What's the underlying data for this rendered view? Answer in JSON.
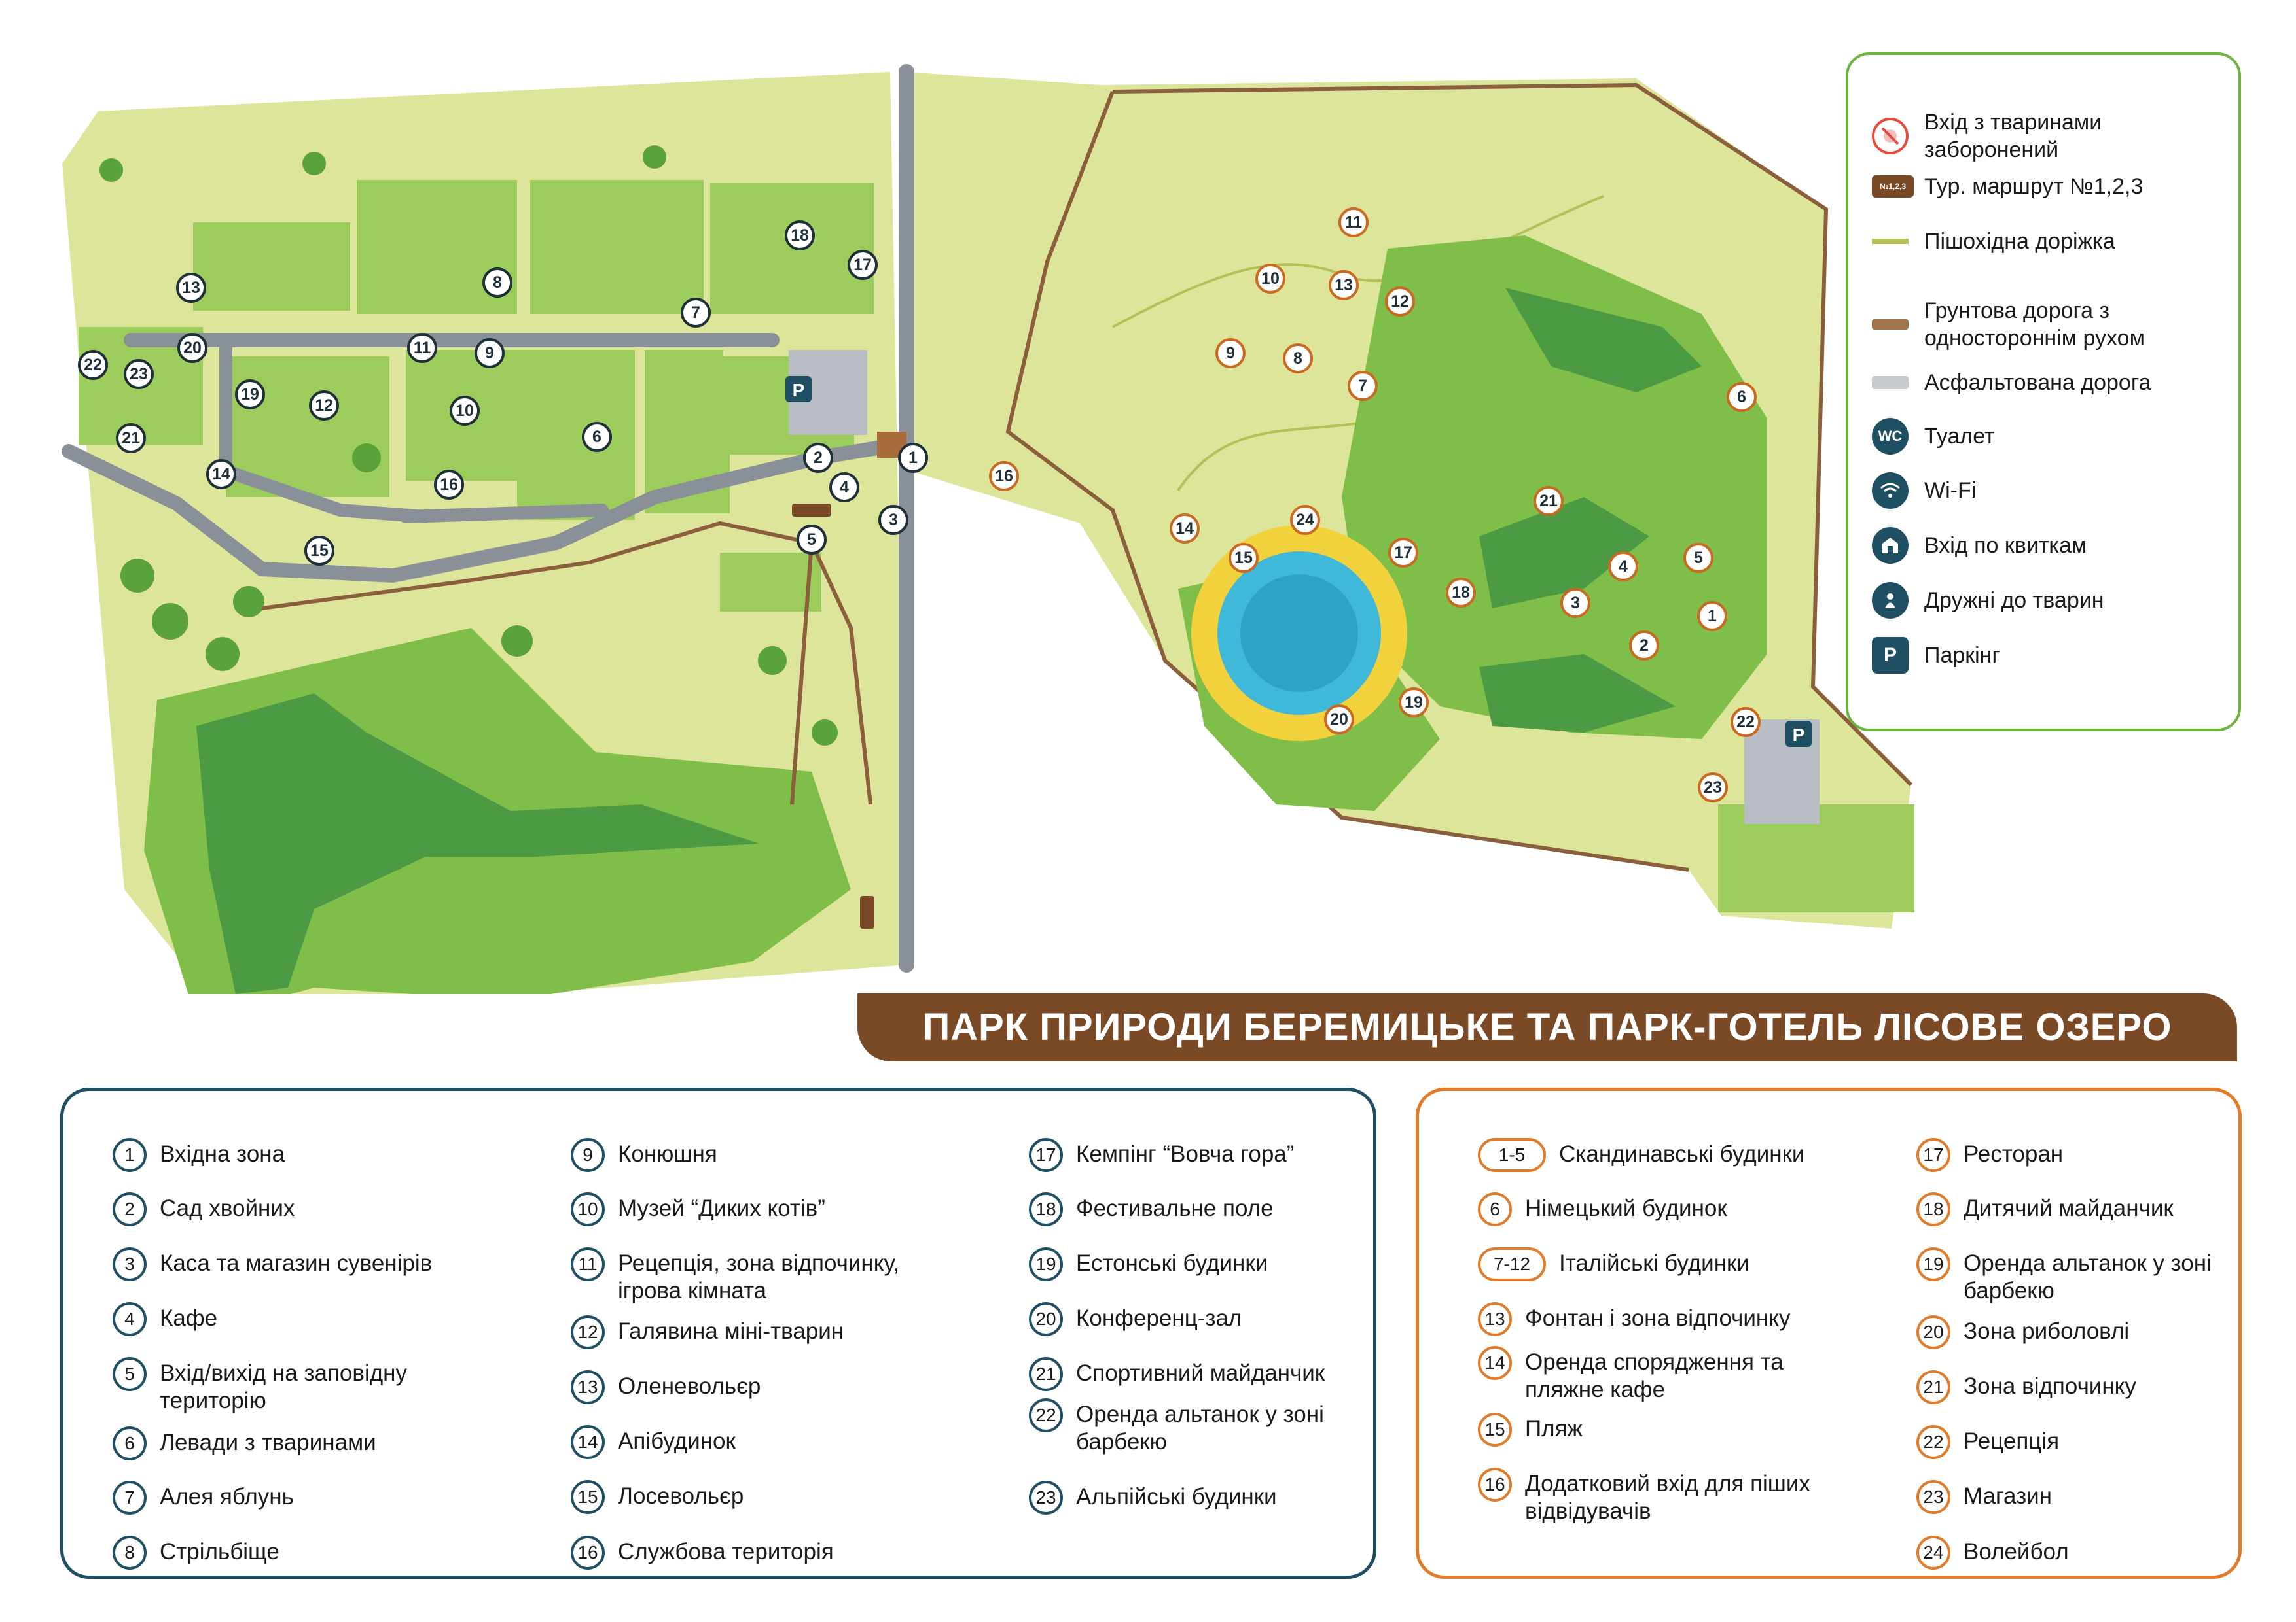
{
  "title": "ПАРК ПРИРОДИ БЕРЕМИЦЬКЕ ТА ПАРК-ГОТЕЛЬ ЛІСОВЕ ОЗЕРО",
  "colors": {
    "grass": "#dde59a",
    "meadow": "#9ccc5c",
    "water": "#3fb8d9",
    "road": "#8a9098",
    "park_accent": "#1f4f63",
    "hotel_accent": "#e07b2a",
    "banner": "#7a4a26",
    "legend_border": "#6bb43e"
  },
  "legend": [
    {
      "icon": "no-pets-icon",
      "label": "Вхід з тваринами заборонений"
    },
    {
      "icon": "tour-route-sign-icon",
      "label": "Тур. маршрут №1,2,3",
      "sign": "№1,2,3"
    },
    {
      "icon": "footpath-icon",
      "label": "Пішохідна доріжка"
    },
    {
      "icon": "dirt-road-icon",
      "label": "Грунтова дорога з одностороннім рухом"
    },
    {
      "icon": "asphalt-road-icon",
      "label": "Асфальтована дорога"
    },
    {
      "icon": "toilet-icon",
      "label": "Туалет",
      "glyph": "WC"
    },
    {
      "icon": "wifi-icon",
      "label": "Wi-Fi"
    },
    {
      "icon": "ticket-entrance-icon",
      "label": "Вхід по квиткам"
    },
    {
      "icon": "pet-friendly-icon",
      "label": "Дружні до тварин"
    },
    {
      "icon": "parking-icon",
      "label": "Паркінг",
      "glyph": "P"
    }
  ],
  "park_list": {
    "col1": [
      {
        "n": "1",
        "label": "Вхідна зона"
      },
      {
        "n": "2",
        "label": "Сад хвойних"
      },
      {
        "n": "3",
        "label": "Каса та магазин сувенірів"
      },
      {
        "n": "4",
        "label": "Кафе"
      },
      {
        "n": "5",
        "label": "Вхід/вихід на заповідну територію"
      },
      {
        "n": "6",
        "label": "Левади з тваринами"
      },
      {
        "n": "7",
        "label": "Алея яблунь"
      },
      {
        "n": "8",
        "label": "Стрільбіще"
      }
    ],
    "col2": [
      {
        "n": "9",
        "label": "Конюшня"
      },
      {
        "n": "10",
        "label": "Музей “Диких котів”"
      },
      {
        "n": "11",
        "label": "Рецепція, зона відпочинку, ігрова кімната"
      },
      {
        "n": "12",
        "label": "Галявина міні-тварин"
      },
      {
        "n": "13",
        "label": "Оленевольєр"
      },
      {
        "n": "14",
        "label": "Апібудинок"
      },
      {
        "n": "15",
        "label": "Лосевольєр"
      },
      {
        "n": "16",
        "label": "Службова територія"
      }
    ],
    "col3": [
      {
        "n": "17",
        "label": "Кемпінг “Вовча гора”"
      },
      {
        "n": "18",
        "label": "Фестивальне поле"
      },
      {
        "n": "19",
        "label": "Естонські будинки"
      },
      {
        "n": "20",
        "label": "Конференц-зал"
      },
      {
        "n": "21",
        "label": "Спортивний майданчик"
      },
      {
        "n": "22",
        "label": "Оренда альтанок у зоні барбекю"
      },
      {
        "n": "23",
        "label": "Альпійські будинки"
      }
    ]
  },
  "hotel_list": {
    "col1": [
      {
        "n": "1-5",
        "label": "Скандинавські будинки"
      },
      {
        "n": "6",
        "label": "Німецький будинок"
      },
      {
        "n": "7-12",
        "label": "Італійські будинки"
      },
      {
        "n": "13",
        "label": "Фонтан і зона відпочинку"
      },
      {
        "n": "14",
        "label": "Оренда спорядження та пляжне кафе"
      },
      {
        "n": "15",
        "label": "Пляж"
      },
      {
        "n": "16",
        "label": "Додатковий вхід для піших відвідувачів"
      }
    ],
    "col2": [
      {
        "n": "17",
        "label": "Ресторан"
      },
      {
        "n": "18",
        "label": "Дитячий майданчик"
      },
      {
        "n": "19",
        "label": "Оренда альтанок у зоні барбекю"
      },
      {
        "n": "20",
        "label": "Зона риболовлі"
      },
      {
        "n": "21",
        "label": "Зона відпочинку"
      },
      {
        "n": "22",
        "label": "Рецепція"
      },
      {
        "n": "23",
        "label": "Магазин"
      },
      {
        "n": "24",
        "label": "Волейбол"
      }
    ]
  },
  "map_markers": {
    "park": [
      "1",
      "2",
      "3",
      "4",
      "5",
      "6",
      "7",
      "8",
      "9",
      "10",
      "11",
      "12",
      "13",
      "14",
      "15",
      "16",
      "17",
      "18",
      "19",
      "20",
      "21",
      "22",
      "23"
    ],
    "hotel": [
      "1",
      "2",
      "3",
      "4",
      "5",
      "6",
      "7",
      "8",
      "9",
      "10",
      "11",
      "12",
      "13",
      "14",
      "15",
      "16",
      "17",
      "18",
      "19",
      "20",
      "21",
      "22",
      "23",
      "24"
    ]
  },
  "map_signs": {
    "parking": "P",
    "route": "№1,2,3"
  }
}
